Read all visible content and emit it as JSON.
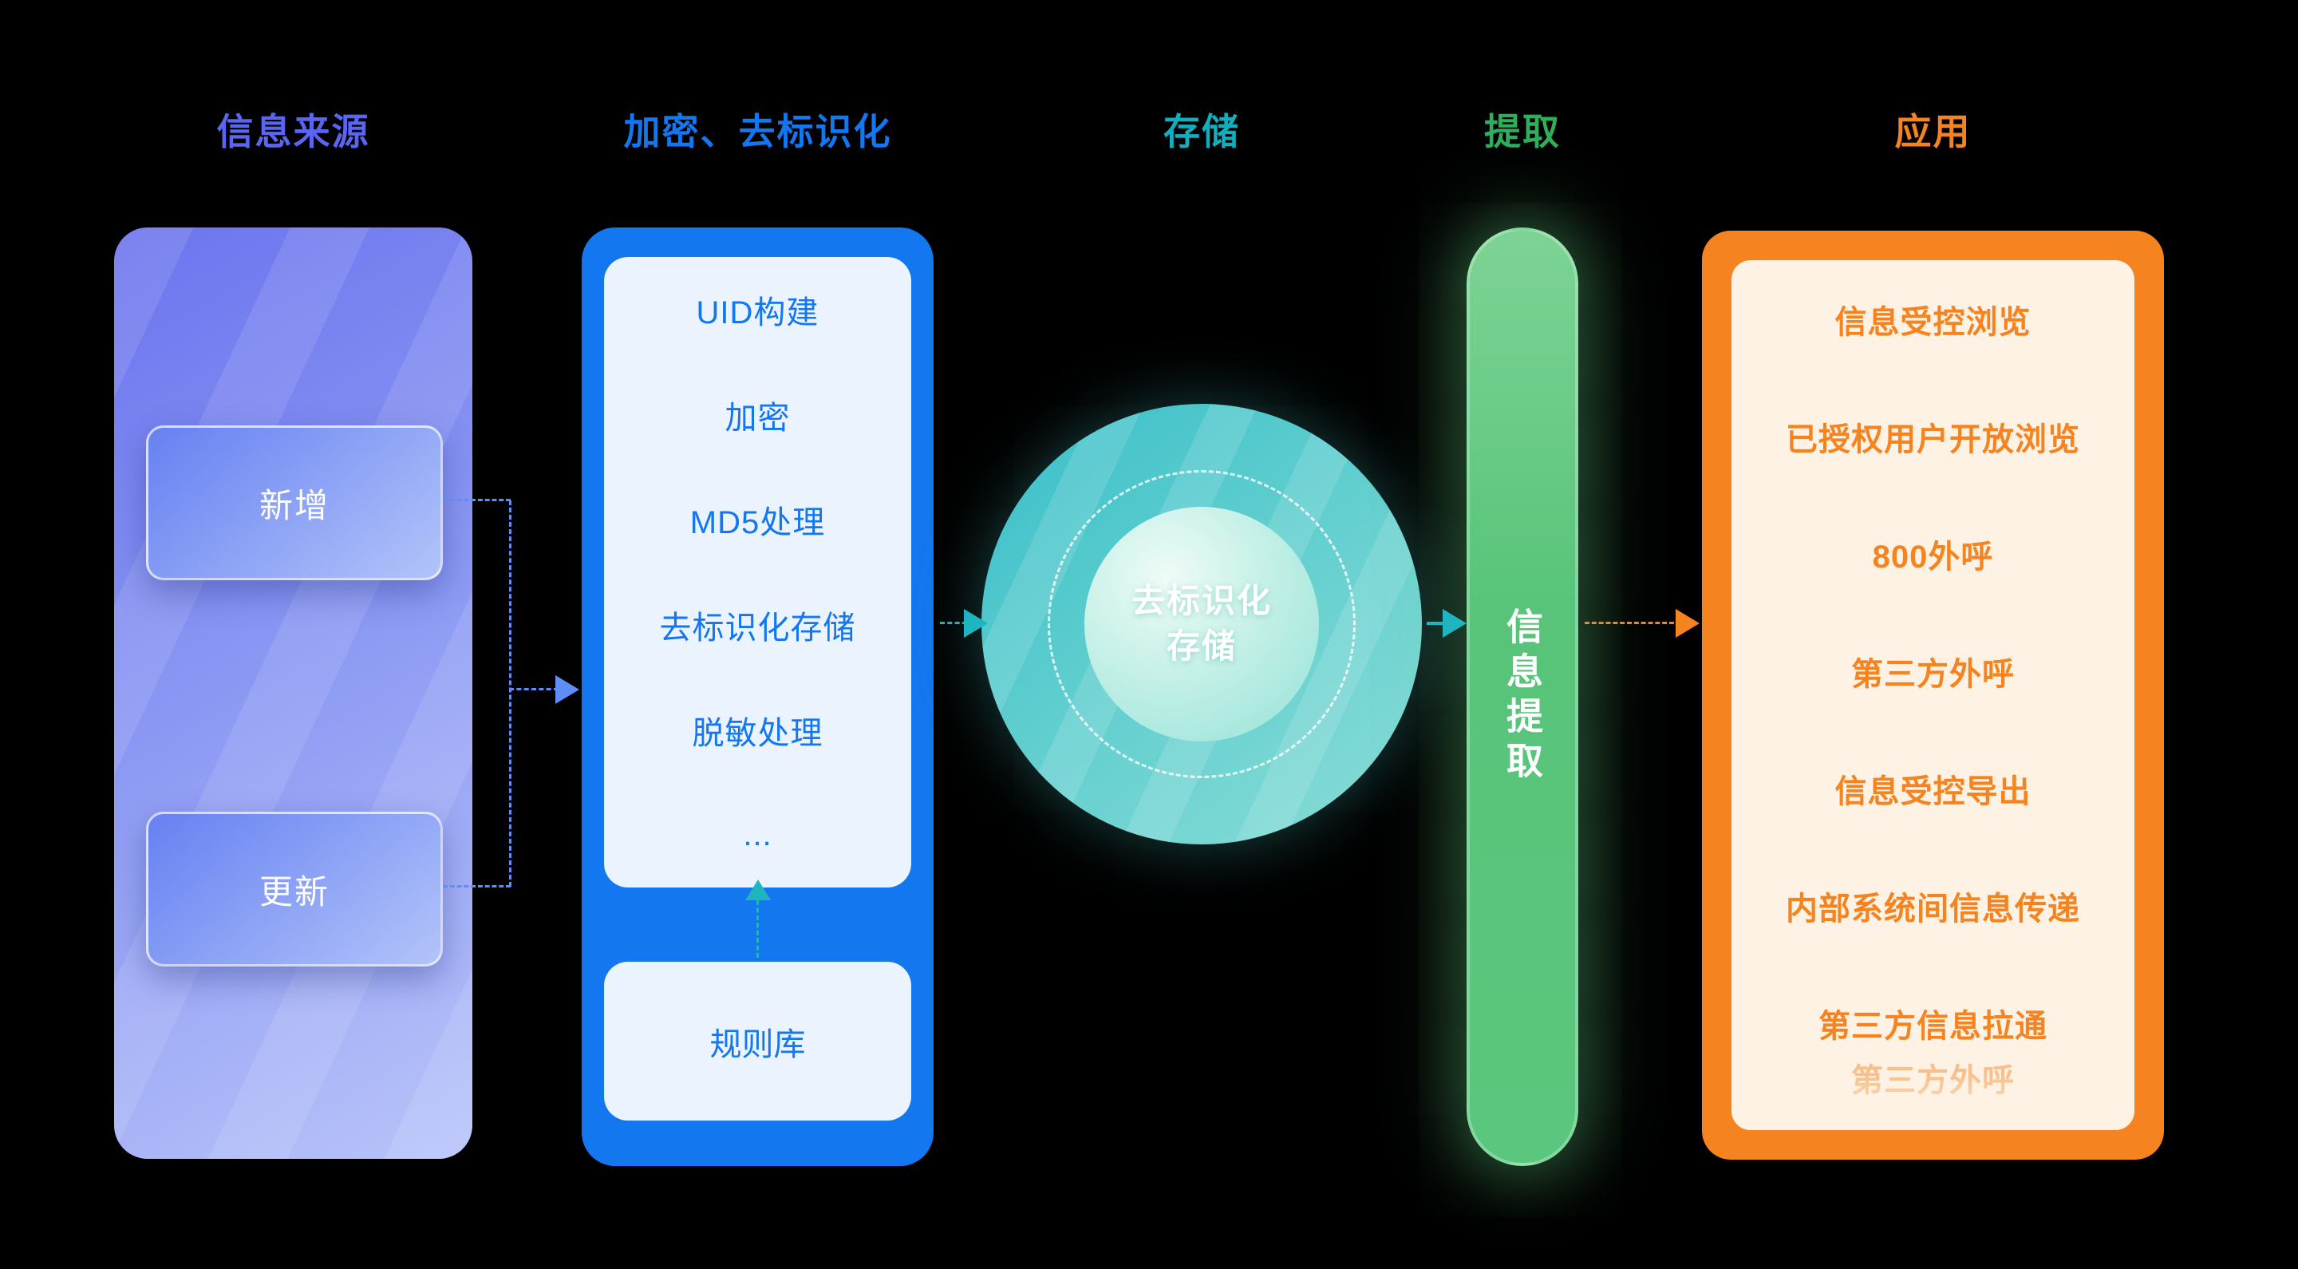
{
  "palette": {
    "source": "#5A66F2",
    "encrypt": "#1377F0",
    "storage": "#12AEBE",
    "extract": "#2FAE5B",
    "app": "#F5831F",
    "arrow_teal": "#1FB5C0",
    "arrow_blue": "#5E8EF5",
    "background": "#000000"
  },
  "headers": {
    "source": "信息来源",
    "encrypt": "加密、去标识化",
    "storage": "存储",
    "extract": "提取",
    "app": "应用"
  },
  "source_panel": {
    "add_label": "新增",
    "update_label": "更新"
  },
  "encrypt_panel": {
    "steps": [
      "UID构建",
      "加密",
      "MD5处理",
      "去标识化存储",
      "脱敏处理",
      "..."
    ],
    "rule_base_label": "规则库"
  },
  "storage_circle": {
    "line1": "去标识化",
    "line2": "存储"
  },
  "extract_bar": {
    "label": "信息提取"
  },
  "app_panel": {
    "items": [
      "信息受控浏览",
      "已授权用户开放浏览",
      "800外呼",
      "第三方外呼",
      "信息受控导出",
      "内部系统间信息传递",
      "第三方信息拉通"
    ],
    "faded_item": "第三方外呼"
  }
}
